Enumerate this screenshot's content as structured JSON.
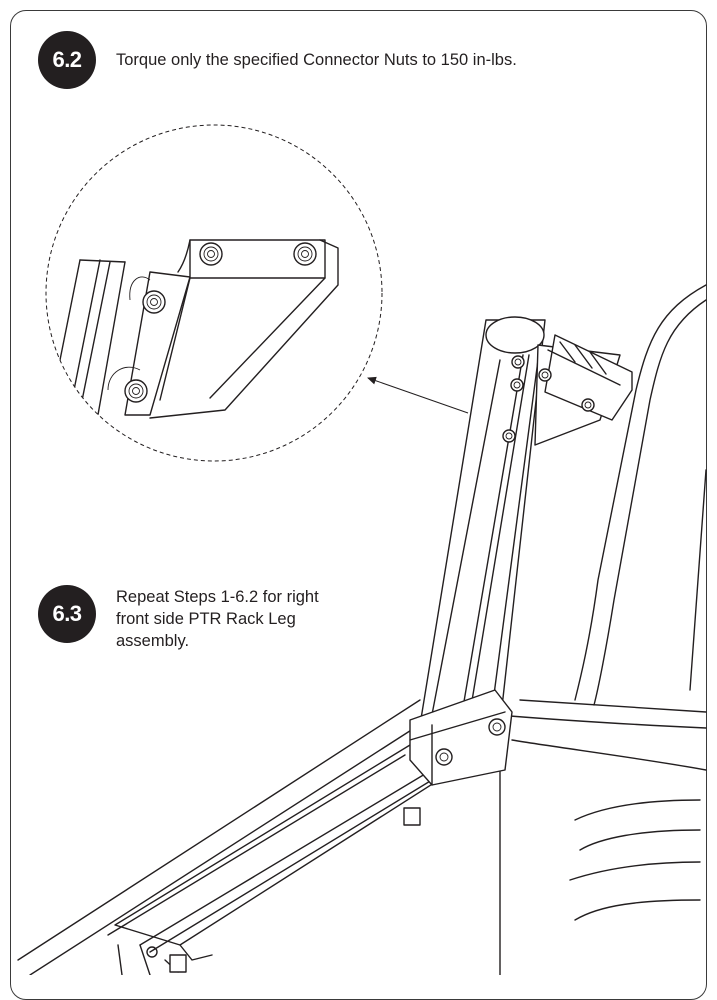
{
  "steps": [
    {
      "number": "6.2",
      "text": "Torque only the specified Connector Nuts to 150 in-lbs."
    },
    {
      "number": "6.3",
      "text": "Repeat Steps 1-6.2 for right front side PTR Rack Leg assembly."
    }
  ]
}
